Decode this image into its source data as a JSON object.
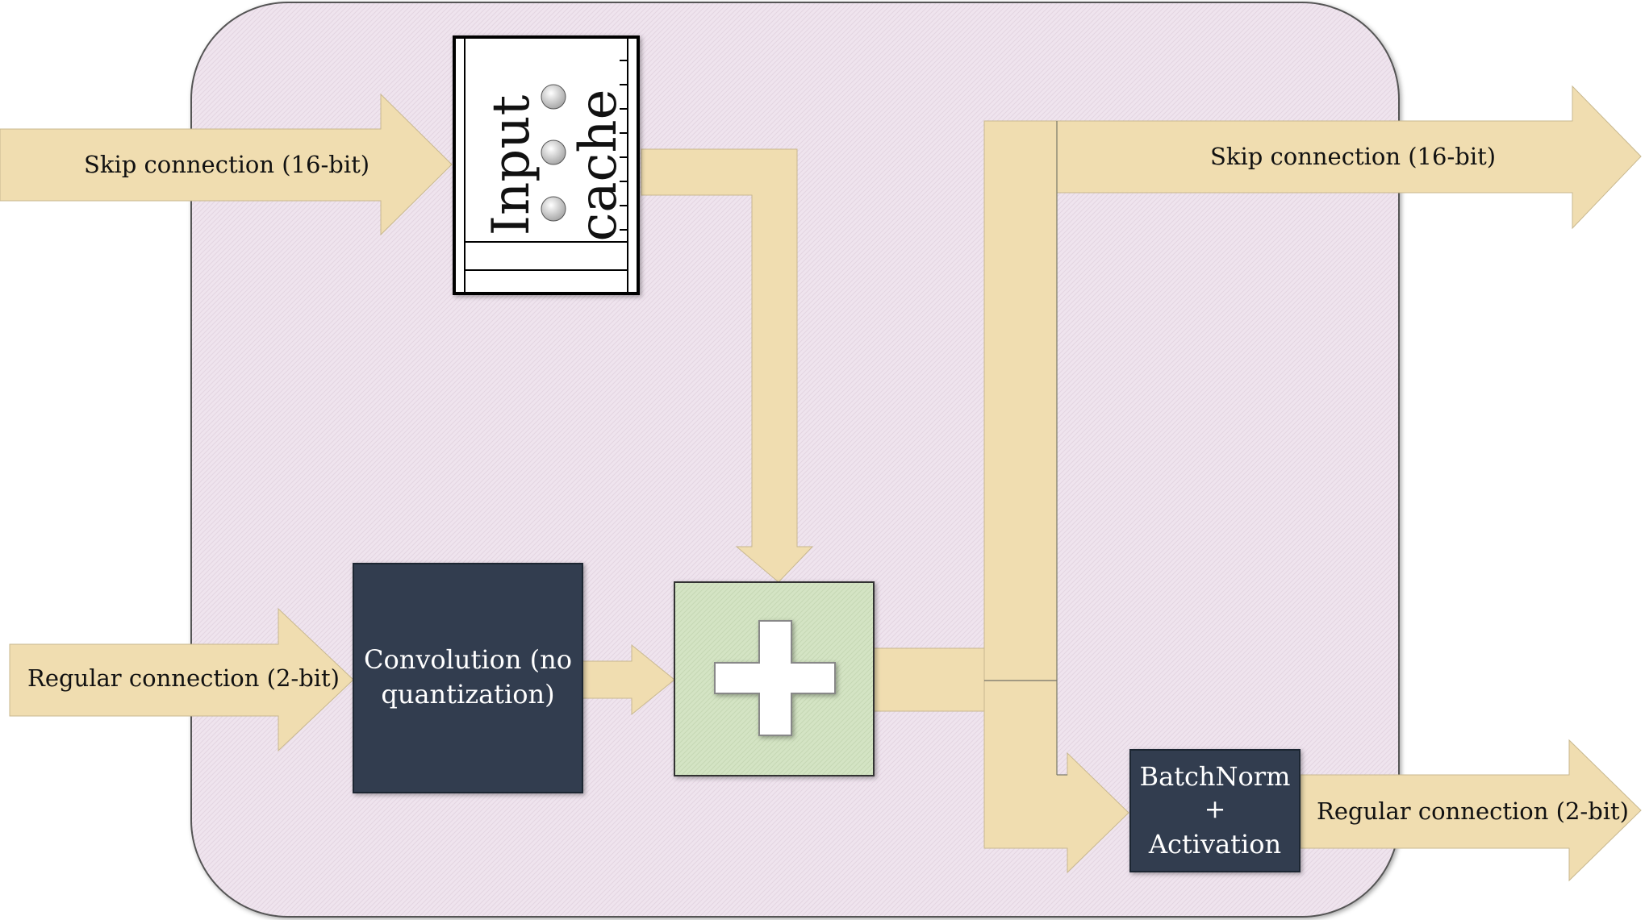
{
  "block": {
    "input_skip_label": "Skip connection (16-bit)",
    "input_regular_label": "Regular connection (2-bit)",
    "output_skip_label": "Skip connection (16-bit)",
    "output_regular_label": "Regular connection (2-bit)",
    "cache_label_line1": "Input",
    "cache_label_line2": "cache",
    "conv_label_line1": "Convolution (no",
    "conv_label_line2": "quantization)",
    "bn_label_line1": "BatchNorm",
    "bn_label_line2": "+",
    "bn_label_line3": "Activation"
  },
  "colors": {
    "container_fill": "#efe4ee",
    "arrow_fill": "#f0ddb0",
    "dark_box_fill": "#333e50",
    "adder_fill": "#d4e4c4",
    "cache_fill": "#ffffff"
  },
  "icons": {
    "adder": "plus-icon",
    "cache_dots": "circle-icon"
  }
}
